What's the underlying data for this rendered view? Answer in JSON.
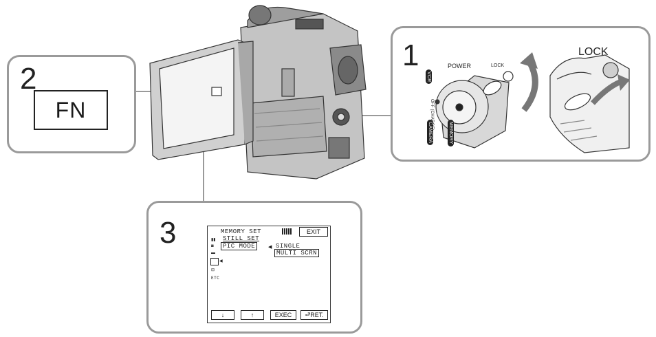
{
  "step1": {
    "number": "1",
    "power_label": "POWER",
    "lock_label": "LOCK",
    "lock_detail_label": "LOCK",
    "switch_positions": [
      "VCR",
      "OFF (CHARGE)",
      "CAMERA",
      "MEMORY"
    ]
  },
  "step2": {
    "number": "2",
    "button_label": "FN"
  },
  "step3": {
    "number": "3",
    "screen": {
      "menu_title": "MEMORY SET",
      "exit_label": "EXIT",
      "submenu_title": "STILL SET",
      "item_label": "PIC MODE",
      "options": [
        "SINGLE",
        "MULTI SCRN"
      ],
      "etc_label": "ETC",
      "buttons": {
        "down": "↓",
        "up": "↑",
        "exec": "EXEC",
        "ret": "RET."
      }
    }
  }
}
